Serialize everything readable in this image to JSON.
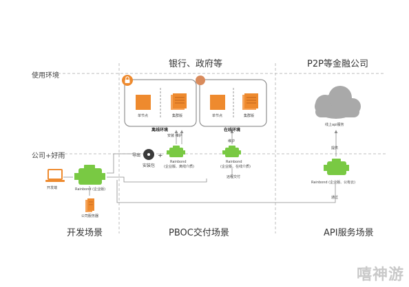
{
  "columns": {
    "bank_gov": "银行、政府等",
    "p2p": "P2P等金融公司",
    "dev_scene": "开发场景",
    "pboc_scene": "PBOC交付场景",
    "api_scene": "API服务场景"
  },
  "zones": {
    "prod_env": "使用环境",
    "company_cloud": "公司+好雨"
  },
  "offline_env": {
    "title": "离线环境",
    "single_node": "单节点",
    "cluster": "集群版",
    "install_maintain": "安装 维护",
    "guide": "导出",
    "installer": "安装包",
    "rainbond_label": "Rainbond",
    "rainbond_sub": "(企业版、离线介质)"
  },
  "online_env": {
    "title": "在线环境",
    "single_node": "单节点",
    "cluster": "集群版",
    "maintain": "维护",
    "rainbond_label": "Rainbond",
    "rainbond_sub": "(企业版、在线介质)",
    "remote_delivery": "远程交付"
  },
  "dev": {
    "dev_end": "开发端",
    "rainbond_label": "Rainbond (企业版)",
    "company_server": "公司服务器"
  },
  "api": {
    "online_service": "线上api服务",
    "provide": "提供",
    "rainbond_label": "Rainbond (企业版、公有云)",
    "via": "通过"
  },
  "watermark": "嘻神游",
  "colors": {
    "orange": "#ee8a2e",
    "green": "#79c943",
    "cloud": "#a9a9a9",
    "dash": "#bdbdbd",
    "line": "#8a8a8a"
  },
  "icons": {
    "lock": "lock-icon",
    "cloud": "cloud-icon",
    "engine": "engine-icon",
    "laptop": "laptop-icon",
    "disk": "disk-icon",
    "server": "server-icon"
  }
}
